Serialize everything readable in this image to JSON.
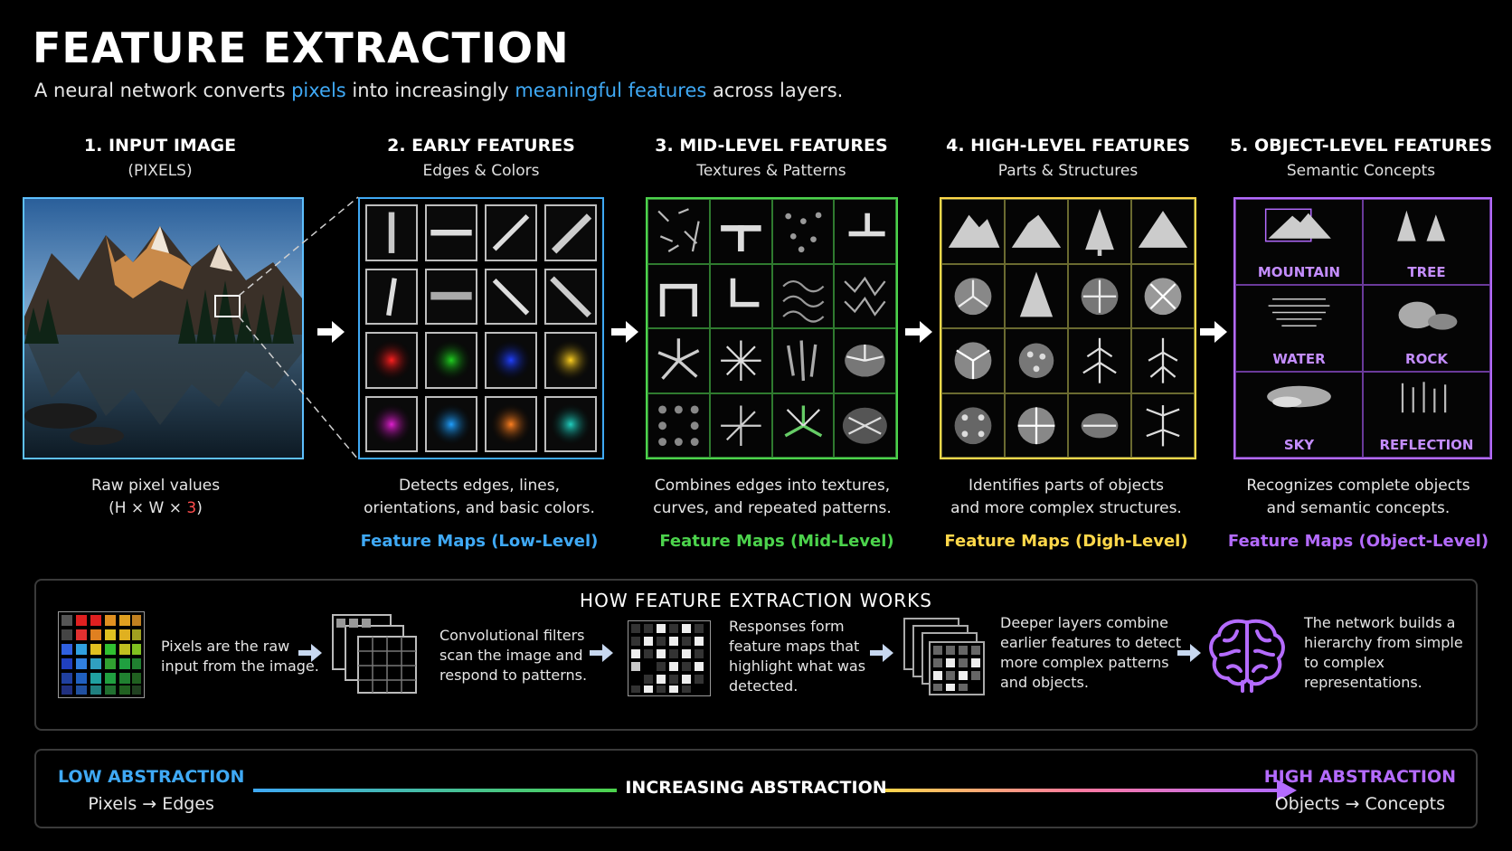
{
  "title": "FEATURE EXTRACTION",
  "subtitle": {
    "p1": "A neural network converts ",
    "hl1": "pixels",
    "p2": " into increasingly ",
    "hl2": "meaningful features",
    "p3": " across layers."
  },
  "stages": [
    {
      "heading": "1. INPUT IMAGE",
      "sub": "(PIXELS)",
      "desc1": "Raw pixel values",
      "desc2a": "(H × W × ",
      "desc2b": "3",
      "desc2c": ")",
      "fmap": ""
    },
    {
      "heading": "2. EARLY FEATURES",
      "sub": "Edges & Colors",
      "desc1": "Detects edges, lines,",
      "desc2": "orientations, and basic colors.",
      "fmap": "Feature Maps (Low-Level)"
    },
    {
      "heading": "3. MID-LEVEL FEATURES",
      "sub": "Textures & Patterns",
      "desc1": "Combines edges into textures,",
      "desc2": "curves, and repeated patterns.",
      "fmap": "Feature Maps (Mid-Level)"
    },
    {
      "heading": "4. HIGH-LEVEL FEATURES",
      "sub": "Parts & Structures",
      "desc1": "Identifies parts of objects",
      "desc2": "and more complex structures.",
      "fmap": "Feature Maps (Digh-Level)"
    },
    {
      "heading": "5. OBJECT-LEVEL FEATURES",
      "sub": "Semantic Concepts",
      "desc1": "Recognizes complete objects",
      "desc2": "and semantic concepts.",
      "fmap": "Feature Maps (Object-Level)"
    }
  ],
  "object_labels": [
    "MOUNTAIN",
    "TREE",
    "WATER",
    "ROCK",
    "SKY",
    "REFLECTION"
  ],
  "how": {
    "title": "HOW FEATURE EXTRACTION WORKS",
    "steps": [
      {
        "l1": "Pixels are the raw",
        "l2": "input from the image."
      },
      {
        "l1": "Convolutional filters",
        "l2": "scan the image and",
        "l3": "respond to patterns."
      },
      {
        "l1": "Responses form",
        "l2": "feature maps that",
        "l3": "highlight what was",
        "l4": "detected."
      },
      {
        "l1": "Deeper layers combine",
        "l2": "earlier features to detect",
        "l3": "more complex patterns",
        "l4": "and objects."
      },
      {
        "l1": "The network builds a",
        "l2": "hierarchy from simple",
        "l3": "to complex",
        "l4": "representations."
      }
    ]
  },
  "abstraction": {
    "low_title": "LOW ABSTRACTION",
    "low_sub": "Pixels → Edges",
    "center": "INCREASING ABSTRACTION",
    "high_title": "HIGH ABSTRACTION",
    "high_sub": "Objects → Concepts"
  },
  "colors": {
    "blue": "#3fa9f5",
    "green": "#4cd34c",
    "yellow": "#ffd84a",
    "purple": "#b46bff",
    "red": "#ff4d4d"
  },
  "icons": [
    "arrow-right-icon",
    "pixel-grid-icon",
    "filter-stack-icon",
    "feature-map-icon",
    "layer-stack-icon",
    "brain-icon"
  ]
}
